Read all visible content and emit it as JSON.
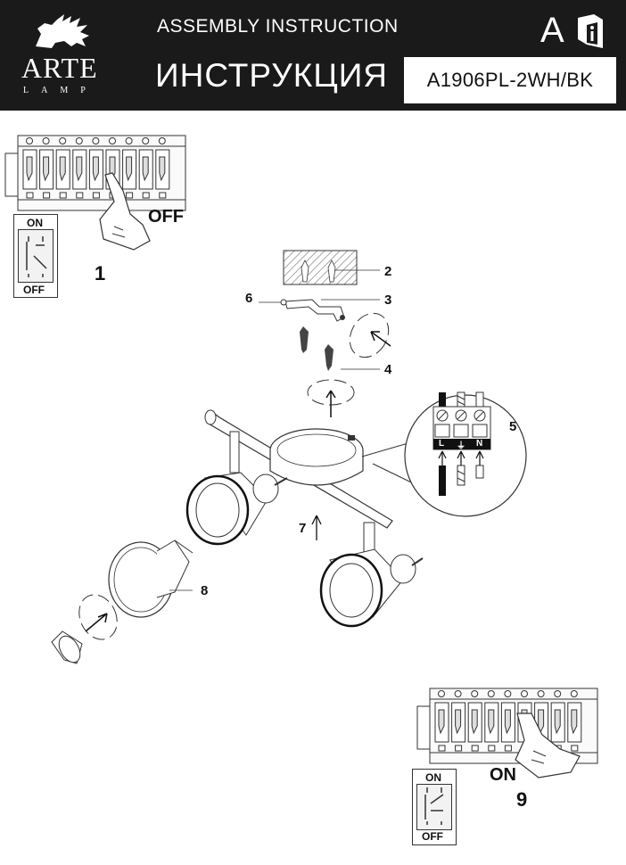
{
  "header": {
    "brand": "ARTE",
    "brand_sub": "LAMP",
    "title_en": "ASSEMBLY INSTRUCTION",
    "title_ru": "ИНСТРУКЦИЯ",
    "model": "A1906PL-2WH/BK",
    "info_letter": "A",
    "info_icon": "info-sign-icon"
  },
  "steps": {
    "step1_state": "OFF",
    "switch1_on": "ON",
    "switch1_off": "OFF",
    "step1_number": "1",
    "step9_state": "ON",
    "switch9_on": "ON",
    "switch9_off": "OFF",
    "step9_number": "9"
  },
  "callouts": {
    "c2": "2",
    "c3": "3",
    "c4": "4",
    "c5": "5",
    "c6": "6",
    "c7": "7",
    "c8": "8"
  },
  "terminals": [
    "L",
    "⏚",
    "N"
  ]
}
